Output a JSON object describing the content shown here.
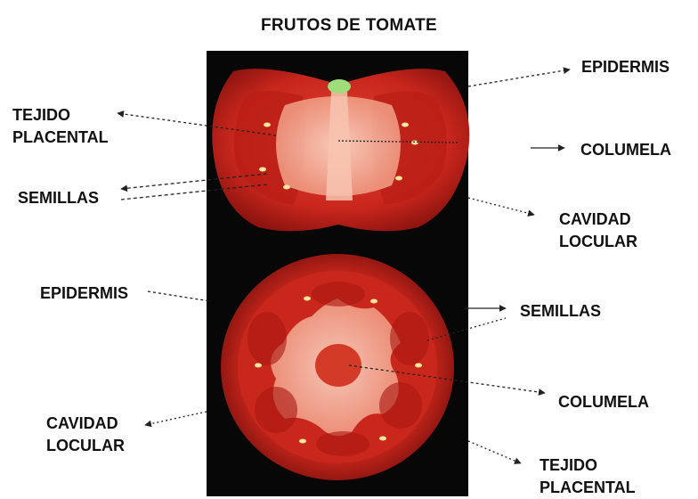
{
  "title": "FRUTOS DE TOMATE",
  "labels": {
    "top_epidermis": "EPIDERMIS",
    "top_tejido_placental": [
      "TEJIDO",
      "PLACENTAL"
    ],
    "top_columela": "COLUMELA",
    "top_semillas": "SEMILLAS",
    "top_cavidad_locular": [
      "CAVIDAD",
      "LOCULAR"
    ],
    "bottom_epidermis": "EPIDERMIS",
    "bottom_semillas": "SEMILLAS",
    "bottom_columela": "COLUMELA",
    "bottom_cavidad_locular": [
      "CAVIDAD",
      "LOCULAR"
    ],
    "bottom_tejido_placental": [
      "TEJIDO",
      "PLACENTAL"
    ]
  },
  "colors": {
    "panel_background": "#070707",
    "tomato_skin": "#c8261c",
    "placental_tissue": "#f5b5a0",
    "stem_scar": "#9fdc7a",
    "label_text": "#111111"
  }
}
